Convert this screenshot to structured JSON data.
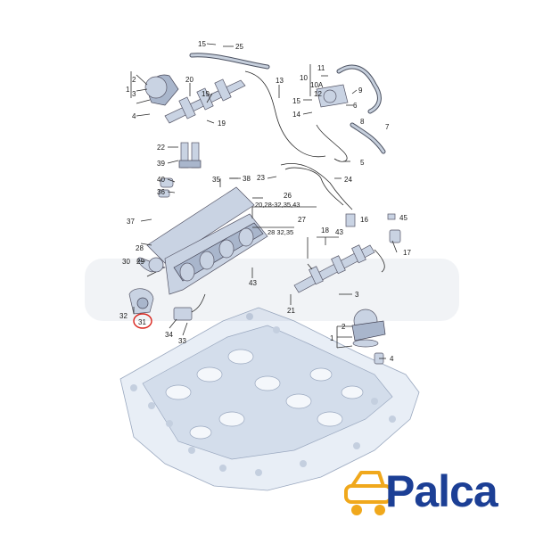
{
  "diagram": {
    "callouts": {
      "c1a": "1",
      "c2a": "2",
      "c3a": "3",
      "c4a": "4",
      "c15": "15",
      "c25": "25",
      "c20": "20",
      "c19a": "19",
      "c19b": "19",
      "c13": "13",
      "c10": "10",
      "c10a": "10A",
      "c11": "11",
      "c12": "12",
      "c15b": "15",
      "c14": "14",
      "c6": "6",
      "c9": "9",
      "c8": "8",
      "c7": "7",
      "c5": "5",
      "c22": "22",
      "c39": "39",
      "c40": "40",
      "c36": "36",
      "c35": "35",
      "c38": "38",
      "c23": "23",
      "c24": "24",
      "c26": "26",
      "c26sub": "20,28-32,35,43",
      "c27": "27",
      "c27sub": "28 32,35",
      "c18": "18",
      "c43a": "43",
      "c16": "16",
      "c45": "45",
      "c17": "17",
      "c37": "37",
      "c28": "28",
      "c30": "30",
      "c29": "29",
      "c43b": "43",
      "c31": "31",
      "c32": "32",
      "c34": "34",
      "c33": "33",
      "c21": "21",
      "c3b": "3",
      "c1b": "1",
      "c2b": "2",
      "c4b": "4"
    },
    "highlighted_part": "31",
    "highlight_color": "#d9241c"
  },
  "brand": {
    "name": "Palca",
    "color": "#1c3f95",
    "accent": "#f0a81c"
  }
}
